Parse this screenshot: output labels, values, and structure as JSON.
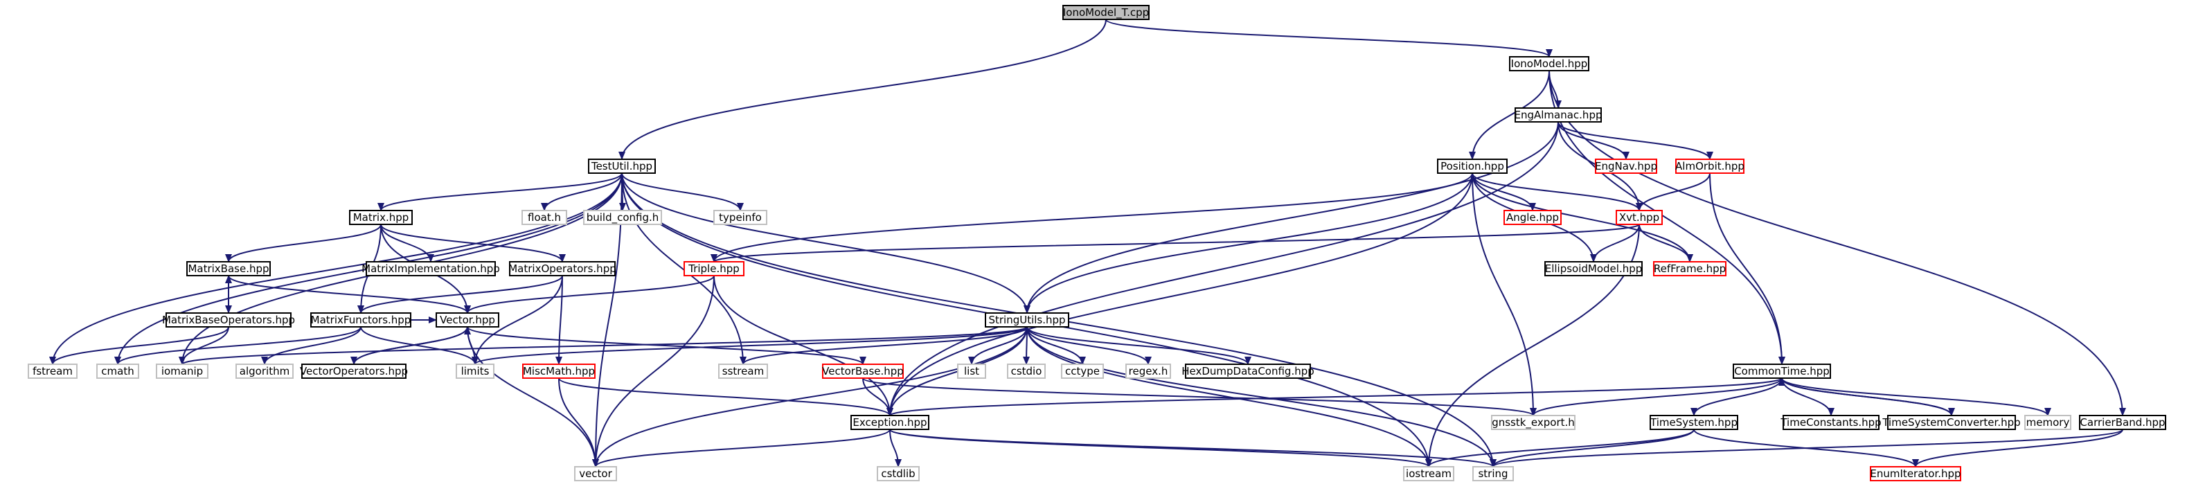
{
  "colors": {
    "edge": "#191970",
    "normal_border": "#000000",
    "truncated_border": "#ff0000",
    "system_border": "#bfbfbf",
    "root_fill": "#bfbfbf",
    "text": "#000000",
    "system_text": "#555555"
  },
  "nodes": [
    {
      "id": "IonoModel_T.cpp",
      "label": "IonoModel_T.cpp",
      "kind": "root"
    },
    {
      "id": "IonoModel.hpp",
      "label": "IonoModel.hpp",
      "kind": "normal"
    },
    {
      "id": "TestUtil.hpp",
      "label": "TestUtil.hpp",
      "kind": "normal"
    },
    {
      "id": "EngAlmanac.hpp",
      "label": "EngAlmanac.hpp",
      "kind": "normal"
    },
    {
      "id": "Position.hpp",
      "label": "Position.hpp",
      "kind": "normal"
    },
    {
      "id": "EngNav.hpp",
      "label": "EngNav.hpp",
      "kind": "truncated"
    },
    {
      "id": "AlmOrbit.hpp",
      "label": "AlmOrbit.hpp",
      "kind": "truncated"
    },
    {
      "id": "Angle.hpp",
      "label": "Angle.hpp",
      "kind": "truncated"
    },
    {
      "id": "Xvt.hpp",
      "label": "Xvt.hpp",
      "kind": "truncated"
    },
    {
      "id": "EllipsoidModel.hpp",
      "label": "EllipsoidModel.hpp",
      "kind": "normal"
    },
    {
      "id": "RefFrame.hpp",
      "label": "RefFrame.hpp",
      "kind": "truncated"
    },
    {
      "id": "Matrix.hpp",
      "label": "Matrix.hpp",
      "kind": "normal"
    },
    {
      "id": "float.h",
      "label": "float.h",
      "kind": "system"
    },
    {
      "id": "build_config.h",
      "label": "build_config.h",
      "kind": "system"
    },
    {
      "id": "typeinfo",
      "label": "typeinfo",
      "kind": "system"
    },
    {
      "id": "MatrixBase.hpp",
      "label": "MatrixBase.hpp",
      "kind": "normal"
    },
    {
      "id": "MatrixImplementation.hpp",
      "label": "MatrixImplementation.hpp",
      "kind": "normal"
    },
    {
      "id": "MatrixOperators.hpp",
      "label": "MatrixOperators.hpp",
      "kind": "normal"
    },
    {
      "id": "Triple.hpp",
      "label": "Triple.hpp",
      "kind": "truncated"
    },
    {
      "id": "MatrixBaseOperators.hpp",
      "label": "MatrixBaseOperators.hpp",
      "kind": "normal"
    },
    {
      "id": "MatrixFunctors.hpp",
      "label": "MatrixFunctors.hpp",
      "kind": "normal"
    },
    {
      "id": "Vector.hpp",
      "label": "Vector.hpp",
      "kind": "normal"
    },
    {
      "id": "StringUtils.hpp",
      "label": "StringUtils.hpp",
      "kind": "normal"
    },
    {
      "id": "fstream",
      "label": "fstream",
      "kind": "system"
    },
    {
      "id": "cmath",
      "label": "cmath",
      "kind": "system"
    },
    {
      "id": "iomanip",
      "label": "iomanip",
      "kind": "system"
    },
    {
      "id": "algorithm",
      "label": "algorithm",
      "kind": "system"
    },
    {
      "id": "VectorOperators.hpp",
      "label": "VectorOperators.hpp",
      "kind": "normal"
    },
    {
      "id": "limits",
      "label": "limits",
      "kind": "system"
    },
    {
      "id": "MiscMath.hpp",
      "label": "MiscMath.hpp",
      "kind": "truncated"
    },
    {
      "id": "sstream",
      "label": "sstream",
      "kind": "system"
    },
    {
      "id": "VectorBase.hpp",
      "label": "VectorBase.hpp",
      "kind": "truncated"
    },
    {
      "id": "list",
      "label": "list",
      "kind": "system"
    },
    {
      "id": "cstdio",
      "label": "cstdio",
      "kind": "system"
    },
    {
      "id": "cctype",
      "label": "cctype",
      "kind": "system"
    },
    {
      "id": "regex.h",
      "label": "regex.h",
      "kind": "system"
    },
    {
      "id": "HexDumpDataConfig.hpp",
      "label": "HexDumpDataConfig.hpp",
      "kind": "normal"
    },
    {
      "id": "CommonTime.hpp",
      "label": "CommonTime.hpp",
      "kind": "normal"
    },
    {
      "id": "Exception.hpp",
      "label": "Exception.hpp",
      "kind": "normal"
    },
    {
      "id": "gnsstk_export.h",
      "label": "gnsstk_export.h",
      "kind": "system"
    },
    {
      "id": "TimeSystem.hpp",
      "label": "TimeSystem.hpp",
      "kind": "normal"
    },
    {
      "id": "TimeConstants.hpp",
      "label": "TimeConstants.hpp",
      "kind": "normal"
    },
    {
      "id": "TimeSystemConverter.hpp",
      "label": "TimeSystemConverter.hpp",
      "kind": "normal"
    },
    {
      "id": "memory",
      "label": "memory",
      "kind": "system"
    },
    {
      "id": "CarrierBand.hpp",
      "label": "CarrierBand.hpp",
      "kind": "normal"
    },
    {
      "id": "vector",
      "label": "vector",
      "kind": "system"
    },
    {
      "id": "cstdlib",
      "label": "cstdlib",
      "kind": "system"
    },
    {
      "id": "iostream",
      "label": "iostream",
      "kind": "system"
    },
    {
      "id": "string",
      "label": "string",
      "kind": "system"
    },
    {
      "id": "EnumIterator.hpp",
      "label": "EnumIterator.hpp",
      "kind": "truncated"
    }
  ],
  "edges": [
    [
      "IonoModel_T.cpp",
      "IonoModel.hpp"
    ],
    [
      "IonoModel_T.cpp",
      "TestUtil.hpp"
    ],
    [
      "IonoModel.hpp",
      "EngAlmanac.hpp"
    ],
    [
      "IonoModel.hpp",
      "Position.hpp"
    ],
    [
      "IonoModel.hpp",
      "CommonTime.hpp"
    ],
    [
      "IonoModel.hpp",
      "CarrierBand.hpp"
    ],
    [
      "EngAlmanac.hpp",
      "EngNav.hpp"
    ],
    [
      "EngAlmanac.hpp",
      "AlmOrbit.hpp"
    ],
    [
      "EngAlmanac.hpp",
      "Xvt.hpp"
    ],
    [
      "EngAlmanac.hpp",
      "StringUtils.hpp"
    ],
    [
      "EngAlmanac.hpp",
      "Exception.hpp"
    ],
    [
      "AlmOrbit.hpp",
      "Xvt.hpp"
    ],
    [
      "AlmOrbit.hpp",
      "CommonTime.hpp"
    ],
    [
      "Position.hpp",
      "Angle.hpp"
    ],
    [
      "Position.hpp",
      "Xvt.hpp"
    ],
    [
      "Position.hpp",
      "EllipsoidModel.hpp"
    ],
    [
      "Position.hpp",
      "RefFrame.hpp"
    ],
    [
      "Position.hpp",
      "Triple.hpp"
    ],
    [
      "Position.hpp",
      "StringUtils.hpp"
    ],
    [
      "Position.hpp",
      "Exception.hpp"
    ],
    [
      "Position.hpp",
      "gnsstk_export.h"
    ],
    [
      "Xvt.hpp",
      "EllipsoidModel.hpp"
    ],
    [
      "Xvt.hpp",
      "RefFrame.hpp"
    ],
    [
      "Xvt.hpp",
      "Triple.hpp"
    ],
    [
      "Xvt.hpp",
      "iostream"
    ],
    [
      "TestUtil.hpp",
      "Matrix.hpp"
    ],
    [
      "TestUtil.hpp",
      "float.h"
    ],
    [
      "TestUtil.hpp",
      "build_config.h"
    ],
    [
      "TestUtil.hpp",
      "typeinfo"
    ],
    [
      "TestUtil.hpp",
      "StringUtils.hpp"
    ],
    [
      "TestUtil.hpp",
      "fstream"
    ],
    [
      "TestUtil.hpp",
      "cmath"
    ],
    [
      "TestUtil.hpp",
      "iomanip"
    ],
    [
      "TestUtil.hpp",
      "sstream"
    ],
    [
      "TestUtil.hpp",
      "vector"
    ],
    [
      "TestUtil.hpp",
      "iostream"
    ],
    [
      "TestUtil.hpp",
      "string"
    ],
    [
      "Matrix.hpp",
      "MatrixBase.hpp"
    ],
    [
      "Matrix.hpp",
      "MatrixImplementation.hpp"
    ],
    [
      "Matrix.hpp",
      "MatrixOperators.hpp"
    ],
    [
      "Matrix.hpp",
      "MatrixFunctors.hpp"
    ],
    [
      "Matrix.hpp",
      "Vector.hpp"
    ],
    [
      "MatrixBase.hpp",
      "MatrixBaseOperators.hpp"
    ],
    [
      "MatrixBase.hpp",
      "Vector.hpp"
    ],
    [
      "MatrixBaseOperators.hpp",
      "MatrixBase.hpp"
    ],
    [
      "MatrixBaseOperators.hpp",
      "fstream"
    ],
    [
      "MatrixBaseOperators.hpp",
      "iomanip"
    ],
    [
      "MatrixOperators.hpp",
      "MatrixFunctors.hpp"
    ],
    [
      "MatrixOperators.hpp",
      "limits"
    ],
    [
      "MatrixOperators.hpp",
      "MiscMath.hpp"
    ],
    [
      "MatrixFunctors.hpp",
      "cmath"
    ],
    [
      "MatrixFunctors.hpp",
      "algorithm"
    ],
    [
      "MatrixFunctors.hpp",
      "limits"
    ],
    [
      "MatrixFunctors.hpp",
      "Vector.hpp"
    ],
    [
      "Triple.hpp",
      "Vector.hpp"
    ],
    [
      "Triple.hpp",
      "Exception.hpp"
    ],
    [
      "Triple.hpp",
      "vector"
    ],
    [
      "Vector.hpp",
      "VectorOperators.hpp"
    ],
    [
      "Vector.hpp",
      "limits"
    ],
    [
      "Vector.hpp",
      "VectorBase.hpp"
    ],
    [
      "Vector.hpp",
      "vector"
    ],
    [
      "VectorOperators.hpp",
      "Vector.hpp"
    ],
    [
      "StringUtils.hpp",
      "iomanip"
    ],
    [
      "StringUtils.hpp",
      "limits"
    ],
    [
      "StringUtils.hpp",
      "sstream"
    ],
    [
      "StringUtils.hpp",
      "list"
    ],
    [
      "StringUtils.hpp",
      "cstdio"
    ],
    [
      "StringUtils.hpp",
      "cctype"
    ],
    [
      "StringUtils.hpp",
      "regex.h"
    ],
    [
      "StringUtils.hpp",
      "HexDumpDataConfig.hpp"
    ],
    [
      "StringUtils.hpp",
      "Exception.hpp"
    ],
    [
      "StringUtils.hpp",
      "vector"
    ],
    [
      "StringUtils.hpp",
      "iostream"
    ],
    [
      "StringUtils.hpp",
      "string"
    ],
    [
      "MiscMath.hpp",
      "Exception.hpp"
    ],
    [
      "MiscMath.hpp",
      "vector"
    ],
    [
      "VectorBase.hpp",
      "Exception.hpp"
    ],
    [
      "VectorBase.hpp",
      "gnsstk_export.h"
    ],
    [
      "Exception.hpp",
      "vector"
    ],
    [
      "Exception.hpp",
      "cstdlib"
    ],
    [
      "Exception.hpp",
      "iostream"
    ],
    [
      "Exception.hpp",
      "string"
    ],
    [
      "CommonTime.hpp",
      "Exception.hpp"
    ],
    [
      "CommonTime.hpp",
      "gnsstk_export.h"
    ],
    [
      "CommonTime.hpp",
      "TimeSystem.hpp"
    ],
    [
      "CommonTime.hpp",
      "TimeConstants.hpp"
    ],
    [
      "CommonTime.hpp",
      "TimeSystemConverter.hpp"
    ],
    [
      "CommonTime.hpp",
      "memory"
    ],
    [
      "TimeSystemConverter.hpp",
      "CommonTime.hpp"
    ],
    [
      "TimeSystem.hpp",
      "iostream"
    ],
    [
      "TimeSystem.hpp",
      "string"
    ],
    [
      "TimeSystem.hpp",
      "EnumIterator.hpp"
    ],
    [
      "CarrierBand.hpp",
      "string"
    ],
    [
      "CarrierBand.hpp",
      "EnumIterator.hpp"
    ]
  ]
}
